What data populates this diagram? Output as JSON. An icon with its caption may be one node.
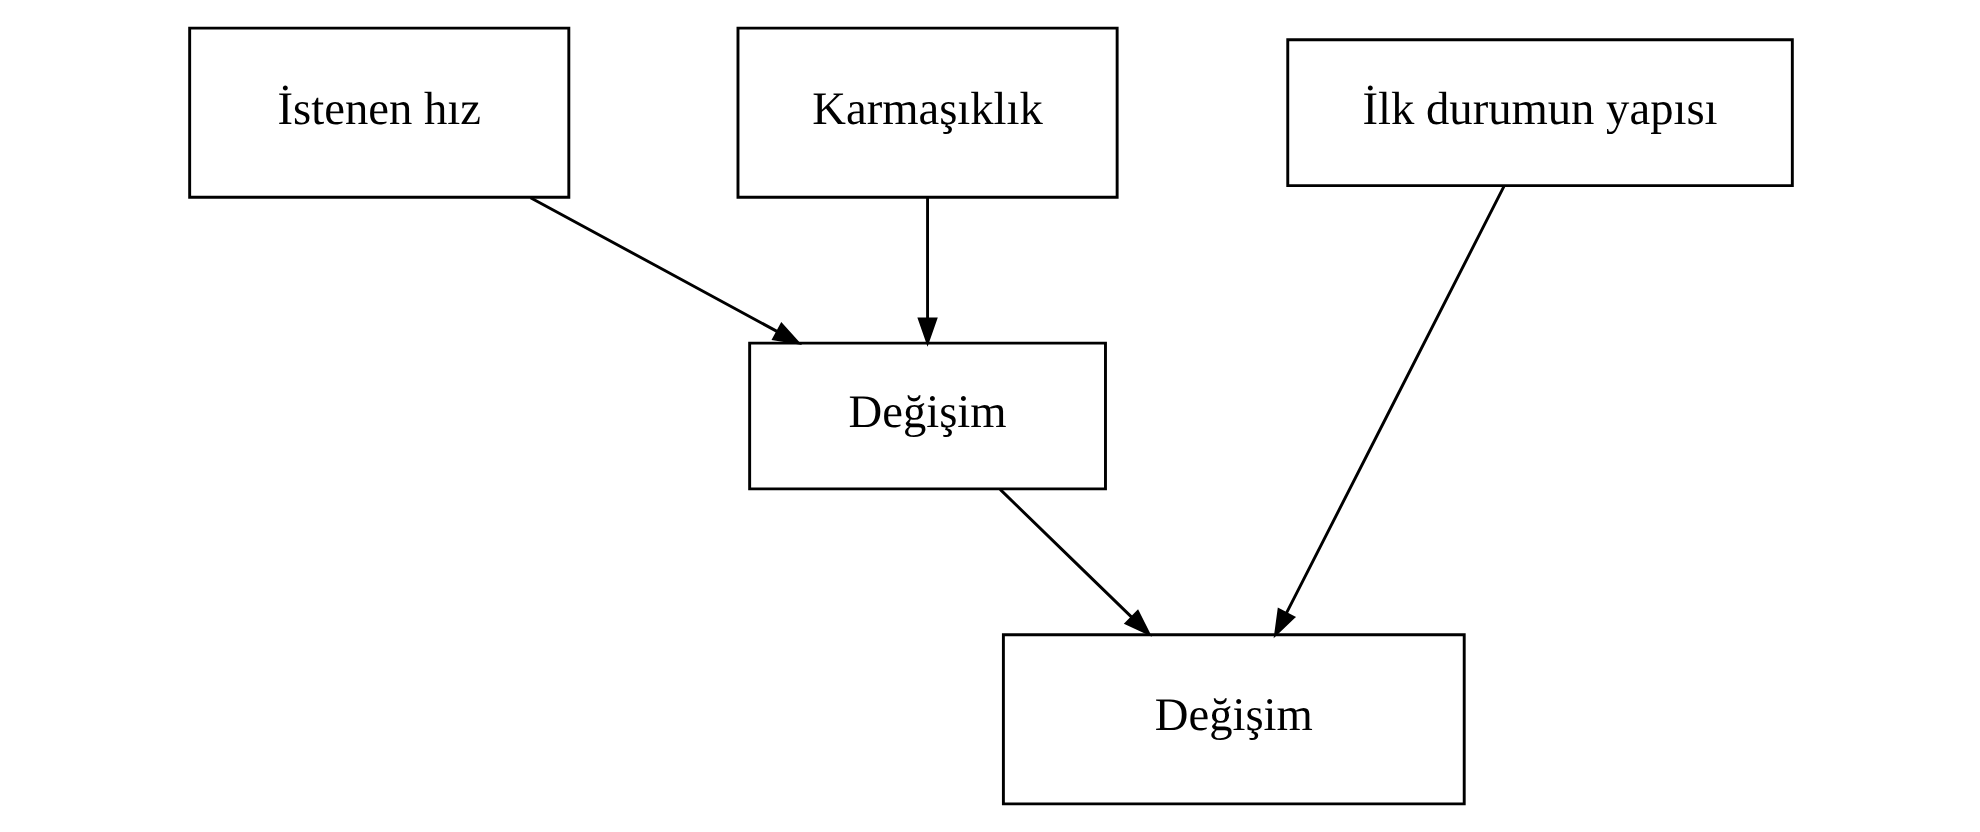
{
  "diagram": {
    "nodes": [
      {
        "text": [
          "İstenen hız"
        ]
      },
      {
        "text": [
          "Karmaşıklık"
        ]
      },
      {
        "text": [
          "İlk durumun yapısı"
        ]
      },
      {
        "text": [
          "Değişim"
        ]
      },
      {
        "text": [
          "Değişim"
        ]
      }
    ],
    "edges": [
      {
        "from": 0,
        "to": 3,
        "arrow": "to"
      },
      {
        "from": 1,
        "to": 3,
        "arrow": "to"
      },
      {
        "from": 2,
        "to": 4,
        "arrow": "to"
      },
      {
        "from": 3,
        "to": 4,
        "arrow": "to"
      }
    ]
  }
}
